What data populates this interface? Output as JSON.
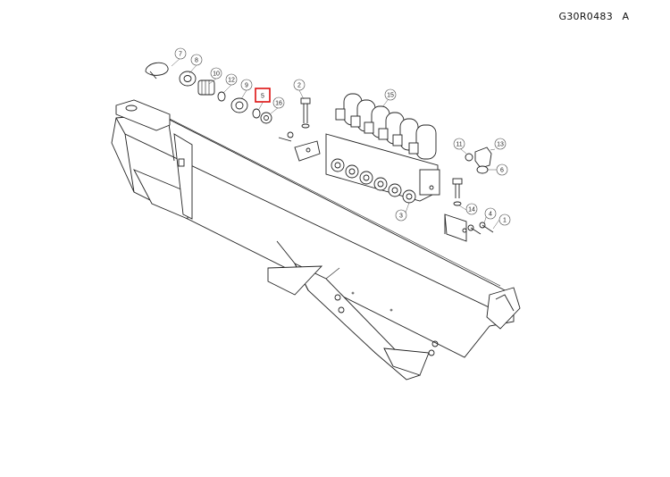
{
  "drawing": {
    "reference_code": "G30R0483",
    "revision": "A",
    "highlighted_part": "5",
    "highlight_color": "#dd1111",
    "callouts": [
      {
        "label": "7"
      },
      {
        "label": "8"
      },
      {
        "label": "10"
      },
      {
        "label": "12"
      },
      {
        "label": "9"
      },
      {
        "label": "5"
      },
      {
        "label": "16"
      },
      {
        "label": "2"
      },
      {
        "label": "15"
      },
      {
        "label": "11"
      },
      {
        "label": "13"
      },
      {
        "label": "6"
      },
      {
        "label": "14"
      },
      {
        "label": "4"
      },
      {
        "label": "1"
      },
      {
        "label": "3"
      }
    ]
  }
}
